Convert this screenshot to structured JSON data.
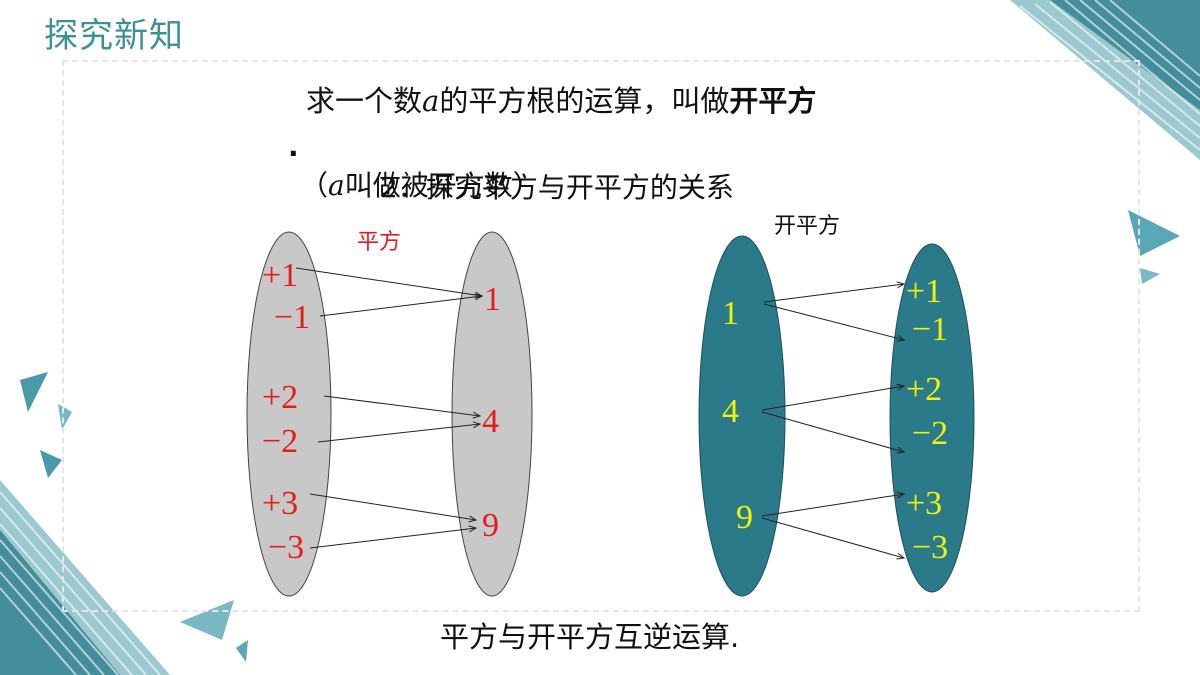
{
  "header": {
    "title": "探究新知"
  },
  "definition": {
    "prefix": "求一个数",
    "variable": "a",
    "middle": "的平方根的运算，叫做",
    "term": "开平方",
    "dot": "."
  },
  "overlap": {
    "paren_line": {
      "open": "（",
      "variable": "a",
      "text": "叫做被开方数）"
    },
    "relation_line": "2．探究平方与开平方的关系"
  },
  "labels": {
    "square": "平方",
    "square_root": "开平方"
  },
  "left_diagram": {
    "inputs": [
      "+1",
      "−1",
      "+2",
      "−2",
      "+3",
      "−3"
    ],
    "outputs": [
      "1",
      "4",
      "9"
    ]
  },
  "right_diagram": {
    "inputs": [
      "1",
      "4",
      "9"
    ],
    "outputs": [
      "+1",
      "−1",
      "+2",
      "−2",
      "+3",
      "−3"
    ]
  },
  "conclusion": "平方与开平方互逆运算.",
  "colors": {
    "title": "#3e8f98",
    "red": "#e31b1b",
    "gray_ellipse": "#c8c8c8",
    "teal_ellipse": "#2b7a8a",
    "yellow": "#f2f20a",
    "decor_teal": "#4a9aa8"
  }
}
